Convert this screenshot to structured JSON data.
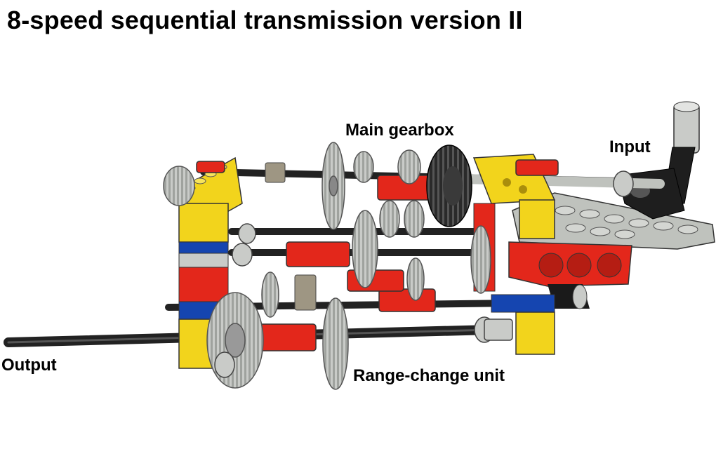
{
  "title": "8-speed sequential transmission version II",
  "labels": {
    "main_gearbox": "Main gearbox",
    "input": "Input",
    "output": "Output",
    "range_change_unit": "Range-change unit"
  },
  "colors": {
    "beam_yellow": "#f2d41c",
    "brick_red": "#e3271b",
    "plate_blue": "#1545b0",
    "gear_grey": "#c9cbc8",
    "axle_black": "#222222",
    "plate_grey": "#bfc2bd"
  }
}
